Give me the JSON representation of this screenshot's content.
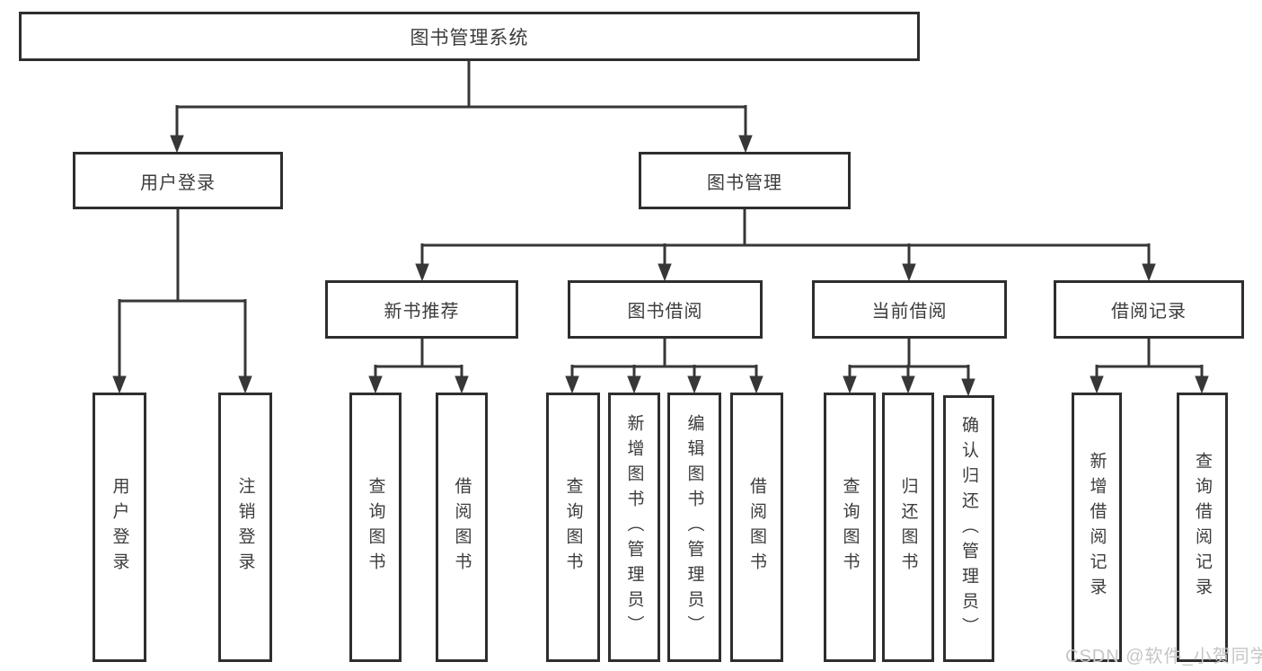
{
  "diagram": {
    "nodes": {
      "root": "图书管理系统",
      "user_login": "用户登录",
      "book_mgmt": "图书管理",
      "new_book": "新书推荐",
      "book_borrow": "图书借阅",
      "current_borrow": "当前借阅",
      "borrow_records": "借阅记录",
      "leaf_user_login": "用户登录",
      "leaf_logout": "注销登录",
      "leaf_query_book_1": "查询图书",
      "leaf_borrow_book_1": "借阅图书",
      "leaf_query_book_2": "查询图书",
      "leaf_add_book": "新增图书（管理员）",
      "leaf_edit_book": "编辑图书（管理员）",
      "leaf_borrow_book_2": "借阅图书",
      "leaf_query_book_3": "查询图书",
      "leaf_return_book": "归还图书",
      "leaf_confirm_return": "确认归还（管理员）",
      "leaf_add_record": "新增借阅记录",
      "leaf_query_record": "查询借阅记录"
    },
    "colors": {
      "line": "#373737",
      "box_border": "#2e2e2e",
      "text": "#3c3c3c",
      "watermark": "#c6c6c6",
      "background": "#ffffff"
    }
  },
  "watermark": {
    "text": "CSDN @软件_小贺同学"
  }
}
